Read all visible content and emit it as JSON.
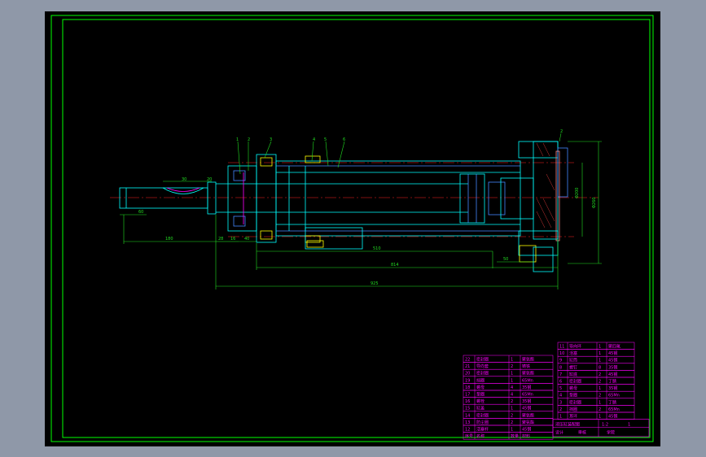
{
  "colors": {
    "background": "#8f98a8",
    "canvas": "#000000",
    "border": "#00ff00",
    "part": "#00ffff",
    "dimension": "#22dd22",
    "centerline": "#ff2020",
    "table": "#ff00ff",
    "detail": "#ffff00",
    "inner": "#4488ff"
  },
  "drawing": {
    "balloons": [
      "1",
      "2",
      "3",
      "4",
      "5",
      "6",
      "2"
    ],
    "dimensions": {
      "rod_end_length": "180",
      "rod_end_width": "60",
      "small_a": "28",
      "small_b": "16",
      "small_c": "40",
      "stroke": "510",
      "body_length": "814",
      "overall_length": "925",
      "bore": "Φ200",
      "outer": "Φ260",
      "r30": "30",
      "r20": "20",
      "r50": "50"
    }
  },
  "parts_table": {
    "left_rows": [
      [
        "22",
        "密封圈",
        "1",
        "聚氨酯"
      ],
      [
        "21",
        "导向套",
        "2",
        "铸铁"
      ],
      [
        "20",
        "密封圈",
        "1",
        "聚氨酯"
      ],
      [
        "19",
        "挡圈",
        "1",
        "65Mn"
      ],
      [
        "18",
        "螺母",
        "4",
        "35钢"
      ],
      [
        "17",
        "垫圈",
        "4",
        "65Mn"
      ],
      [
        "16",
        "螺栓",
        "2",
        "35钢"
      ],
      [
        "15",
        "缸盖",
        "1",
        "45钢"
      ],
      [
        "14",
        "密封圈",
        "2",
        "聚氨酯"
      ],
      [
        "13",
        "防尘圈",
        "2",
        "聚氨酯"
      ],
      [
        "12",
        "活塞杆",
        "1",
        "45钢"
      ],
      [
        "序号",
        "名称",
        "数量",
        "材料"
      ]
    ],
    "right_rows": [
      [
        "11",
        "导向环",
        "1",
        "聚四氟"
      ],
      [
        "10",
        "活塞",
        "1",
        "45钢"
      ],
      [
        "9",
        "缸筒",
        "1",
        "45钢"
      ],
      [
        "8",
        "螺钉",
        "8",
        "35钢"
      ],
      [
        "7",
        "缸底",
        "2",
        "45钢"
      ],
      [
        "6",
        "密封圈",
        "2",
        "丁腈"
      ],
      [
        "5",
        "螺母",
        "1",
        "35钢"
      ],
      [
        "4",
        "垫圈",
        "2",
        "65Mn"
      ],
      [
        "3",
        "密封圈",
        "1",
        "丁腈"
      ],
      [
        "2",
        "挡圈",
        "2",
        "65Mn"
      ],
      [
        "1",
        "耳环",
        "1",
        "45钢"
      ]
    ],
    "title_block": {
      "title": "液压缸装配图",
      "scale": "1:2",
      "sheet": "1",
      "designer": "设计",
      "checker": "审核",
      "school": "学院"
    }
  }
}
